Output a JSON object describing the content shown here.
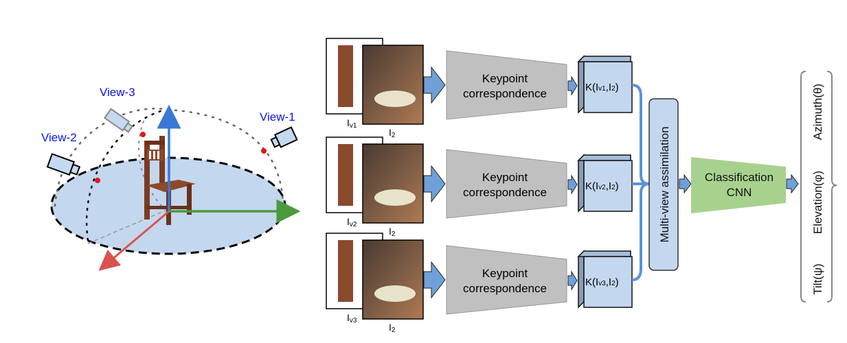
{
  "scene": {
    "views": [
      {
        "label": "View-1"
      },
      {
        "label": "View-2"
      },
      {
        "label": "View-3"
      }
    ],
    "colors": {
      "view_label": "#0a14e6",
      "ground": "#c3d7ee",
      "axis_up": "#3a78d8",
      "axis_right": "#4b9a3c",
      "axis_front": "#d9534f",
      "keypoint": "#e8141c",
      "chair": "#7a3b22",
      "camera": "#c5daf0"
    }
  },
  "pipeline": {
    "rows": [
      {
        "render_label": "I",
        "render_sub": "v1",
        "real_label": "I",
        "real_sub": "2",
        "kp_line1": "Keypoint",
        "kp_line2": "correspondence",
        "k_pre": "K(I",
        "k_sub1": "v1",
        "k_mid": ",I",
        "k_sub2": "2",
        "k_post": ")"
      },
      {
        "render_label": "I",
        "render_sub": "v2",
        "real_label": "I",
        "real_sub": "2",
        "kp_line1": "Keypoint",
        "kp_line2": "correspondence",
        "k_pre": "K(I",
        "k_sub1": "v2",
        "k_mid": ",I",
        "k_sub2": "2",
        "k_post": ")"
      },
      {
        "render_label": "I",
        "render_sub": "v3",
        "real_label": "I",
        "real_sub": "2",
        "kp_line1": "Keypoint",
        "kp_line2": "correspondence",
        "k_pre": "K(I",
        "k_sub1": "v3",
        "k_mid": ",I",
        "k_sub2": "2",
        "k_post": ")"
      }
    ],
    "assimilation_label": "Multi-view assimilation",
    "classifier_line1": "Classification",
    "classifier_line2": "CNN",
    "outputs": [
      "Azimuth(θ)",
      "Elevation(φ)",
      "Tilt(ψ)"
    ],
    "colors": {
      "kp_box": "#c0c0c0",
      "feature_box": "#c3d7ee",
      "arrow": "#6fa1d8",
      "connector": "#5b93d6",
      "classifier": "#a9d18e"
    }
  }
}
